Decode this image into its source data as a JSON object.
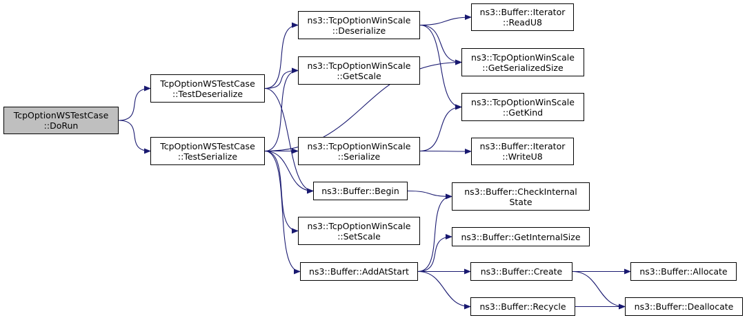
{
  "nodes": {
    "dorun": [
      "TcpOptionWSTestCase",
      "::DoRun"
    ],
    "testdeserialize": [
      "TcpOptionWSTestCase",
      "::TestDeserialize"
    ],
    "testserialize": [
      "TcpOptionWSTestCase",
      "::TestSerialize"
    ],
    "deserialize": [
      "ns3::TcpOptionWinScale",
      "::Deserialize"
    ],
    "getscale": [
      "ns3::TcpOptionWinScale",
      "::GetScale"
    ],
    "serialize": [
      "ns3::TcpOptionWinScale",
      "::Serialize"
    ],
    "begin": [
      "ns3::Buffer::Begin"
    ],
    "setscale": [
      "ns3::TcpOptionWinScale",
      "::SetScale"
    ],
    "addatstart": [
      "ns3::Buffer::AddAtStart"
    ],
    "readu8": [
      "ns3::Buffer::Iterator",
      "::ReadU8"
    ],
    "getserializedsize": [
      "ns3::TcpOptionWinScale",
      "::GetSerializedSize"
    ],
    "getkind": [
      "ns3::TcpOptionWinScale",
      "::GetKind"
    ],
    "writeu8": [
      "ns3::Buffer::Iterator",
      "::WriteU8"
    ],
    "checkinternalstate": [
      "ns3::Buffer::CheckInternal",
      "State"
    ],
    "getinternalsize": [
      "ns3::Buffer::GetInternalSize"
    ],
    "create": [
      "ns3::Buffer::Create"
    ],
    "recycle": [
      "ns3::Buffer::Recycle"
    ],
    "allocate": [
      "ns3::Buffer::Allocate"
    ],
    "deallocate": [
      "ns3::Buffer::Deallocate"
    ]
  },
  "edges": [
    [
      "dorun",
      "testdeserialize"
    ],
    [
      "dorun",
      "testserialize"
    ],
    [
      "testdeserialize",
      "deserialize"
    ],
    [
      "testdeserialize",
      "getscale"
    ],
    [
      "testdeserialize",
      "begin"
    ],
    [
      "testserialize",
      "getscale"
    ],
    [
      "testserialize",
      "getserializedsize"
    ],
    [
      "testserialize",
      "serialize"
    ],
    [
      "testserialize",
      "begin"
    ],
    [
      "testserialize",
      "setscale"
    ],
    [
      "testserialize",
      "addatstart"
    ],
    [
      "deserialize",
      "readu8"
    ],
    [
      "deserialize",
      "getserializedsize"
    ],
    [
      "deserialize",
      "getkind"
    ],
    [
      "serialize",
      "getkind"
    ],
    [
      "serialize",
      "writeu8"
    ],
    [
      "begin",
      "checkinternalstate"
    ],
    [
      "addatstart",
      "checkinternalstate"
    ],
    [
      "addatstart",
      "getinternalsize"
    ],
    [
      "addatstart",
      "create"
    ],
    [
      "addatstart",
      "recycle"
    ],
    [
      "create",
      "allocate"
    ],
    [
      "create",
      "deallocate"
    ],
    [
      "recycle",
      "deallocate"
    ]
  ],
  "colors": {
    "edge": "#191970",
    "root_fill": "#bfbfbf",
    "node_fill": "#ffffff",
    "border": "#000000"
  }
}
